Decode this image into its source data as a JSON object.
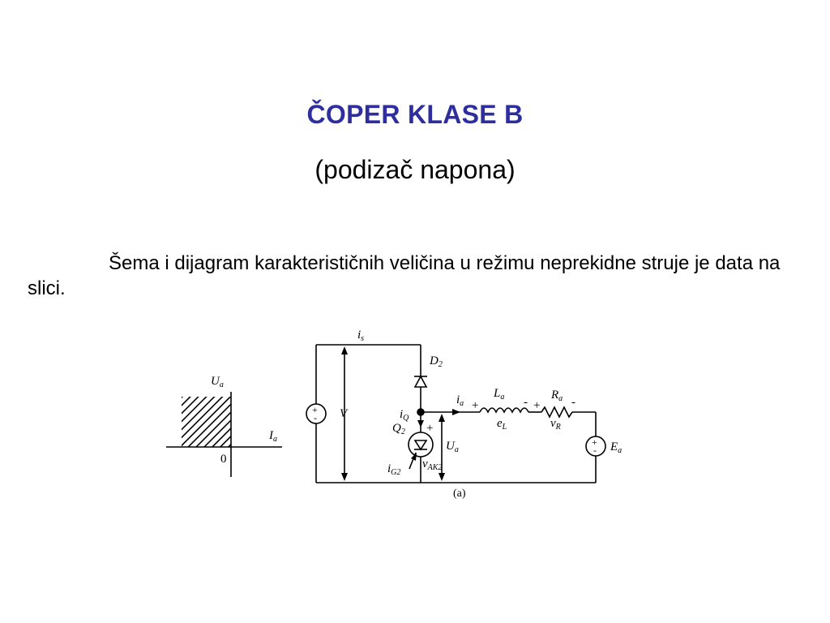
{
  "slide": {
    "title": "ČOPER KLASE B",
    "subtitle": "(podizač napona)",
    "paragraph": "Šema i dijagram karakterističnih veličina u režimu neprekidne struje je data na slici."
  },
  "quadrant_diagram": {
    "y_label": "U",
    "y_label_sub": "a",
    "x_label": "I",
    "x_label_sub": "a",
    "origin_label": "0"
  },
  "circuit": {
    "labels": {
      "is": {
        "main": "i",
        "sub": "s"
      },
      "D2": {
        "main": "D",
        "sub": "2"
      },
      "V": {
        "main": "V"
      },
      "iQ": {
        "main": "i",
        "sub": "Q"
      },
      "Q2": {
        "main": "Q",
        "sub": "2"
      },
      "ia": {
        "main": "i",
        "sub": "a"
      },
      "La": {
        "main": "L",
        "sub": "a"
      },
      "Ra": {
        "main": "R",
        "sub": "a"
      },
      "eL": {
        "main": "e",
        "sub": "L"
      },
      "vR": {
        "main": "v",
        "sub": "R"
      },
      "Ua": {
        "main": "U",
        "sub": "a"
      },
      "vAK2": {
        "main": "v",
        "sub": "AK2"
      },
      "iG2": {
        "main": "i",
        "sub": "G2"
      },
      "Ea": {
        "main": "E",
        "sub": "a"
      }
    },
    "polarity_plus": "+",
    "polarity_minus": "-",
    "caption": "(a)"
  }
}
